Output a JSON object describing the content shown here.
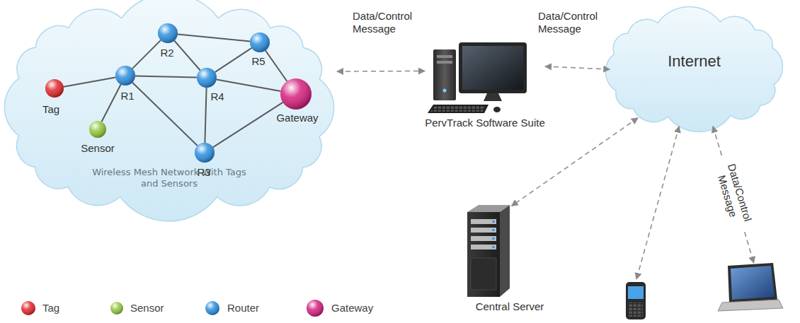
{
  "diagram": {
    "nodes": [
      {
        "text": [
          "Wireless Mesh Network With Tags and Sensors"
        ]
      },
      {
        "text": [
          "Tag"
        ],
        "in": 0
      },
      {
        "text": [
          "Sensor"
        ],
        "in": 0
      },
      {
        "text": [
          "R1"
        ],
        "in": 0
      },
      {
        "text": [
          "R2"
        ],
        "in": 0
      },
      {
        "text": [
          "R3"
        ],
        "in": 0
      },
      {
        "text": [
          "R4"
        ],
        "in": 0
      },
      {
        "text": [
          "R5"
        ],
        "in": 0
      },
      {
        "text": [
          "Gateway"
        ],
        "in": 0
      },
      {
        "text": [
          "PervTrack Software Suite"
        ]
      },
      {
        "text": [
          "Internet"
        ]
      },
      {
        "text": [
          "Central Server"
        ]
      },
      {
        "text": []
      },
      {
        "text": []
      }
    ],
    "edges": [
      {
        "from": 1,
        "to": 3,
        "arrow": "none"
      },
      {
        "from": 2,
        "to": 3,
        "arrow": "none"
      },
      {
        "from": 3,
        "to": 4,
        "arrow": "none"
      },
      {
        "from": 3,
        "to": 6,
        "arrow": "none"
      },
      {
        "from": 3,
        "to": 5,
        "arrow": "none"
      },
      {
        "from": 4,
        "to": 6,
        "arrow": "none"
      },
      {
        "from": 4,
        "to": 7,
        "arrow": "none"
      },
      {
        "from": 7,
        "to": 6,
        "arrow": "none"
      },
      {
        "from": 6,
        "to": 8,
        "arrow": "none"
      },
      {
        "from": 7,
        "to": 8,
        "arrow": "none"
      },
      {
        "from": 5,
        "to": 8,
        "arrow": "none"
      },
      {
        "from": 5,
        "to": 6,
        "arrow": "none"
      },
      {
        "from": 0,
        "to": 9,
        "label": "Data/Control Message",
        "arrow": "both"
      },
      {
        "from": 9,
        "to": 10,
        "label": "Data/Control Message",
        "arrow": "both"
      },
      {
        "from": 10,
        "to": 11,
        "arrow": "both"
      },
      {
        "from": 10,
        "to": 12,
        "arrow": "both"
      },
      {
        "from": 10,
        "to": 13,
        "label": "Data/Control Message",
        "arrow": "both"
      }
    ],
    "legend": [
      {
        "text": "Tag",
        "color": "#e3262c"
      },
      {
        "text": "Sensor",
        "color": "#93c83e"
      },
      {
        "text": "Router",
        "color": "#2a8fe0"
      },
      {
        "text": "Gateway",
        "color": "#d61f7e"
      }
    ]
  }
}
